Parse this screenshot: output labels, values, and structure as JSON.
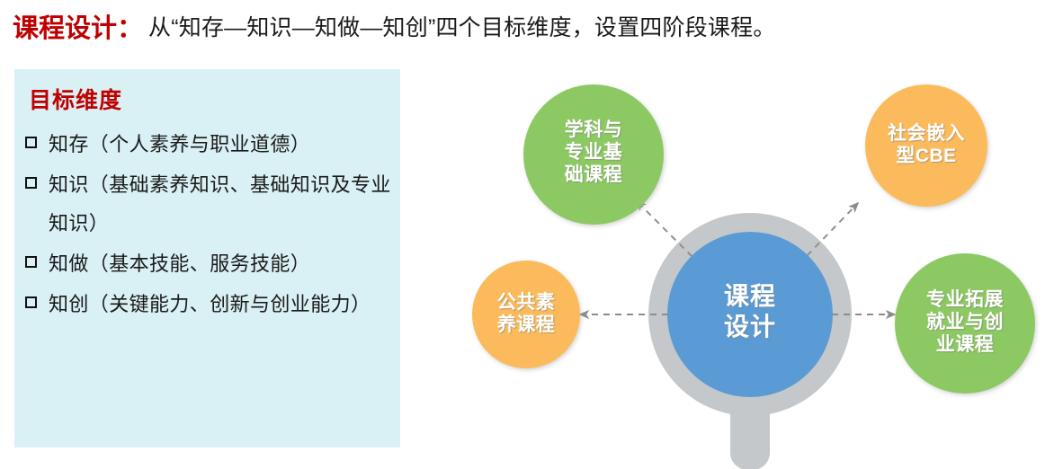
{
  "title": {
    "label": "课程设计：",
    "rest": "从“知存—知识—知做—知创”四个目标维度，设置四阶段课程。"
  },
  "goal_panel": {
    "heading": "目标维度",
    "bullet_glyph": "❑",
    "items": [
      "知存（个人素养与职业道德）",
      "知识（基础素养知识、基础知识及专业知识）",
      "知做（基本技能、服务技能）",
      "知创（关键能力、创新与创业能力）"
    ]
  },
  "diagram": {
    "center": {
      "label": "课程\n设计",
      "color": "#5B9BD5",
      "ring_color": "#C4C8CA"
    },
    "nodes": [
      {
        "id": "top-left",
        "label": "学科与\n专业基\n础课程",
        "color": "#8DC963"
      },
      {
        "id": "top-right",
        "label": "社会嵌入\n型CBE",
        "color": "#FBBB5C"
      },
      {
        "id": "bottom-left",
        "label": "公共素\n养课程",
        "color": "#FBBB5C"
      },
      {
        "id": "bottom-right",
        "label": "专业拓展\n就业与创\n业课程",
        "color": "#8DC963"
      }
    ],
    "connector_color": "#8C8C8C",
    "connector_style": "dashed-arrow"
  },
  "colors": {
    "accent_red": "#C00000",
    "panel_bg": "#D9F0F5",
    "green": "#8DC963",
    "orange": "#FBBB5C",
    "blue": "#5B9BD5",
    "gray": "#C4C8CA",
    "text": "#1A1A1A"
  }
}
